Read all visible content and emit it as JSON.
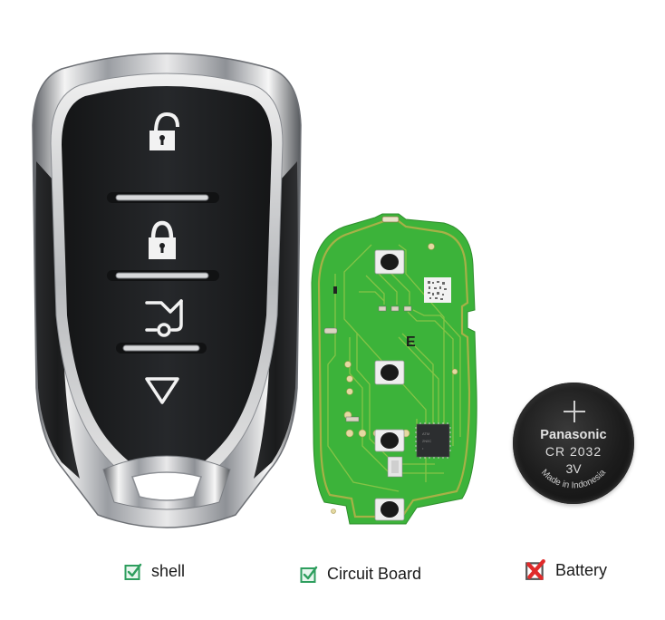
{
  "product": {
    "items": [
      {
        "id": "shell",
        "label": "shell",
        "included": true,
        "icon": "checkbox-checked-icon",
        "buttons": [
          {
            "name": "unlock",
            "icon": "unlock-icon"
          },
          {
            "name": "lock",
            "icon": "lock-icon"
          },
          {
            "name": "trunk",
            "icon": "trunk-open-icon"
          },
          {
            "name": "panic",
            "icon": "triangle-down-icon"
          }
        ]
      },
      {
        "id": "circuit-board",
        "label": "Circuit Board",
        "included": true,
        "icon": "checkbox-checked-icon",
        "silkscreen_mark": "E"
      },
      {
        "id": "battery",
        "label": "Battery",
        "included": false,
        "icon": "checkbox-crossed-icon",
        "brand": "Panasonic",
        "model": "CR 2032",
        "voltage": "3V",
        "origin": "Made in Indonesia"
      }
    ]
  },
  "colors": {
    "check_green": "#2e9e5e",
    "check_fill": "#e8f6ee",
    "cross_red": "#e02b2b",
    "cross_box": "#555555",
    "pcb_green": "#3fb339",
    "fob_body": "#1e1f21",
    "chrome": "#c9cbce"
  }
}
